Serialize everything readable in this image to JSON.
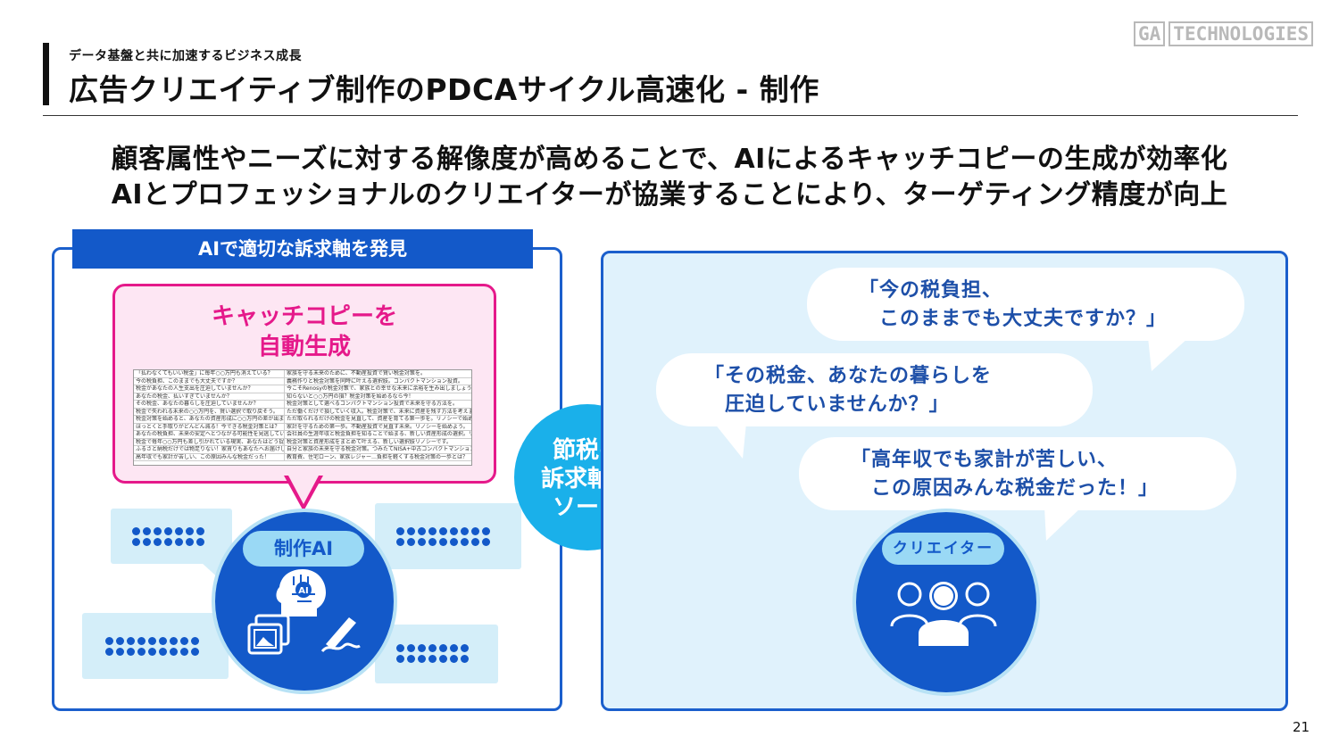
{
  "logo": {
    "part1": "GA",
    "part2": "TECHNOLOGIES"
  },
  "header": {
    "subtitle": "データ基盤と共に加速するビジネス成長",
    "title": "広告クリエイティブ制作のPDCAサイクル高速化 - 制作"
  },
  "headline": {
    "line1": "顧客属性やニーズに対する解像度が高めることで、AIによるキャッチコピーの生成が効率化",
    "line2": "AIとプロフェッショナルのクリエイターが協業することにより、ターゲティング精度が向上"
  },
  "left_panel": {
    "banner": "AIで適切な訴求軸を発見",
    "catchcopy_title_line1": "キャッチコピーを",
    "catchcopy_title_line2": "自動生成",
    "ai_label": "制作AI",
    "ai_badge": "AI",
    "doc_rows": [
      [
        "「払わなくてもいい税金」に毎年○○万円も消えている？",
        "家族を守る未来のために、不動産投資で賢い税金対策を。"
      ],
      [
        "今の税負担、このままでも大丈夫ですか？",
        "義務作りと税金対策を同時に叶える選択肢。コンパクトマンション投資。"
      ],
      [
        "税金があなたの人生支出を圧迫していませんか？",
        "今こそRenosyの税金対策で、家族との幸せな未来に余裕を生み出しましょう。"
      ],
      [
        "あなたの税金、払いすぎていませんか？",
        "知らないと○○万円の損？税金対策を始めるなら今！"
      ],
      [
        "その税金、あなたの暮らしを圧迫していませんか？",
        "税金対策として選べるコンパクトマンション投資で未来を守る方法を。"
      ],
      [
        "税金で失われる未来の○○万円を、賢い選択で取り戻そう。",
        "ただ働くだけで損していく収入。税金対策で、未来に資産を残す方法を考えませんか"
      ],
      [
        "税金対策を始めると、あなたの資産形成に○○万円の差が出ます。",
        "ただ取られるだけの税金を見直して、資産を育てる第一歩を。リノシーで始める不"
      ],
      [
        "ほっとくと手取りがどんどん減る！今できる税金対策とは？",
        "家計を守るための第一歩。不動産投資で見直す未来。リノシーを始めよう。"
      ],
      [
        "あなたの税負担、未来の安定へとつながる可能性を見逃していませんか",
        "会社員の生涯年収と税金負担を知ることで始まる、新しい資産形成の選択。リノシ"
      ],
      [
        "税金で毎年○○万円も差し引かれている現実、あなたはどう捉える",
        "税金対策と資産形成をまとめて叶える、新しい選択肢リノシーです。"
      ],
      [
        "ふるさと納税だけでは物足りない！家賃りもあなたへお届けします",
        "自分と家族の未来を守る税金対策。つみたてNISA+中古コンパクトマンション。"
      ],
      [
        "高年収でも家計が苦しい、この原因みんな税金だった！",
        "教育費、住宅ローン、家族レジャー…負担を軽くする税金対策の一歩とは？"
      ]
    ],
    "dot_bubbles": [
      {
        "rows": 2,
        "cols": 7
      },
      {
        "rows": 2,
        "cols": 9
      },
      {
        "rows": 2,
        "cols": 9
      },
      {
        "rows": 2,
        "cols": 7
      }
    ]
  },
  "sort": {
    "line1": "節税の",
    "line2": "訴求軸で",
    "line3": "ソート"
  },
  "right_panel": {
    "speech1_line1": "「今の税負担、",
    "speech1_line2": "　このままでも大丈夫ですか？」",
    "speech2_line1": "「その税金、あなたの暮らしを",
    "speech2_line2": "　圧迫していませんか？」",
    "speech3_line1": "「高年収でも家計が苦しい、",
    "speech3_line2": "　この原因みんな税金だった！」",
    "creator_label": "クリエイター"
  },
  "page_number": "21",
  "colors": {
    "primary": "#1359c9",
    "accent_pink": "#e5198a",
    "light_blue": "#e0f2fc",
    "sort_blue": "#1ab0ea"
  }
}
